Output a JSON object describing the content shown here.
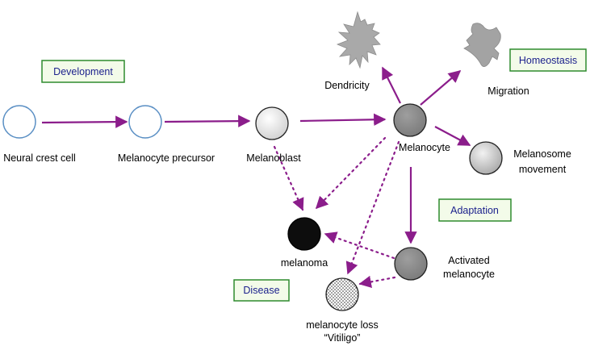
{
  "stage_labels": {
    "development": "Development",
    "homeostasis": "Homeostasis",
    "adaptation": "Adaptation",
    "disease": "Disease"
  },
  "nodes": {
    "neural_crest_cell": "Neural crest cell",
    "melanocyte_precursor": "Melanocyte precursor",
    "melanoblast": "Melanoblast",
    "melanocyte": "Melanocyte",
    "dendricity": "Dendricity",
    "migration": "Migration",
    "melanosome_movement": [
      "Melanosome",
      "movement"
    ],
    "activated_melanocyte": [
      "Activated",
      "melanocyte"
    ],
    "melanoma": "melanoma",
    "melanocyte_loss": [
      "melanocyte loss",
      "“Vitiligo”"
    ]
  },
  "colors": {
    "arrow": "#8b1d8b",
    "stage_box_border": "#2e8b2e",
    "stage_box_fill": "#f3fbe9",
    "stage_text": "#1a1f8c",
    "cell_outline": "#5a8fc4",
    "melanoblast_fill": "#e8e8e8",
    "melanocyte_fill": "#8c8c8c",
    "melanoma_fill": "#0d0d0d"
  }
}
